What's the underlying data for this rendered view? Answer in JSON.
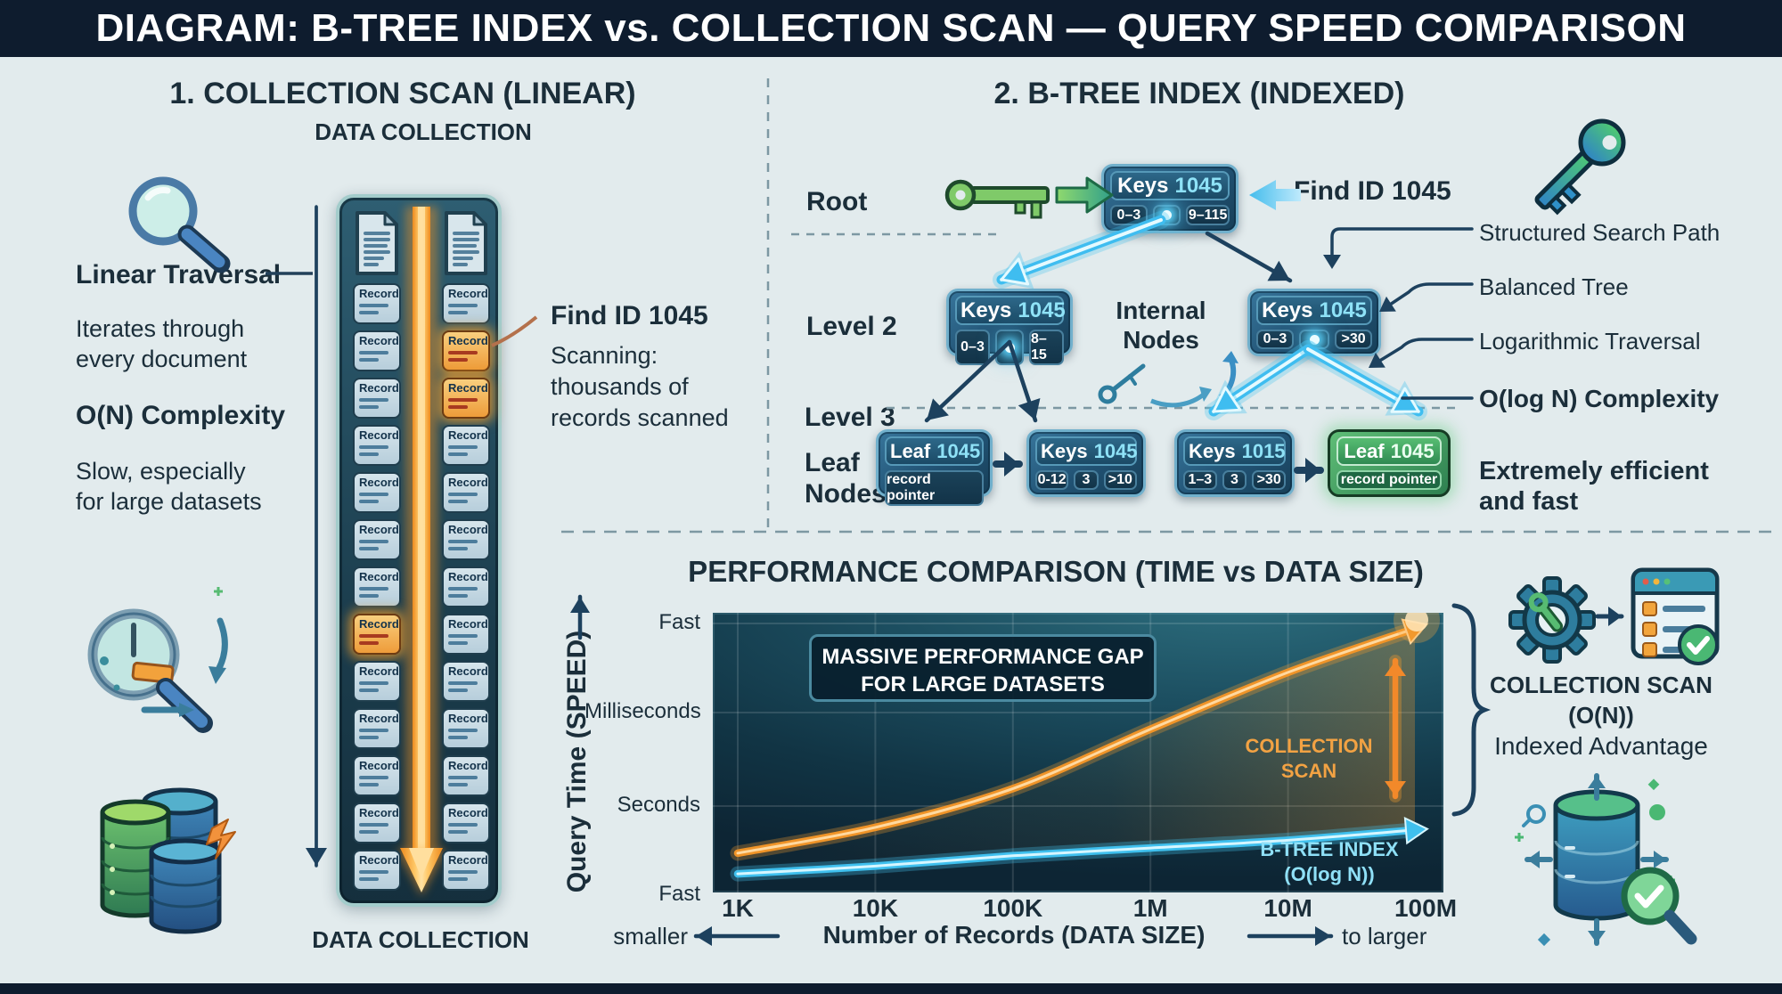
{
  "banner": {
    "title": "DIAGRAM: B-TREE INDEX vs. COLLECTION SCAN — QUERY SPEED COMPARISON"
  },
  "scan_section": {
    "heading": "1. COLLECTION SCAN (LINEAR)",
    "top_label": "DATA COLLECTION",
    "bottom_label": "DATA COLLECTION",
    "traversal_title": "Linear Traversal",
    "point_iterates_1": "Iterates through",
    "point_iterates_2": "every document",
    "complexity": "O(N) Complexity",
    "point_slow_1": "Slow, especially",
    "point_slow_2": "for large datasets",
    "callout": {
      "title": "Find ID 1045",
      "line1": "Scanning:",
      "line2": "thousands of",
      "line3": "records scanned"
    },
    "collection": {
      "record_label": "Record",
      "rows_per_column": 13,
      "columns": 2,
      "highlighted_left_rows": [
        7
      ],
      "highlighted_right_rows": [
        1,
        2
      ]
    }
  },
  "btree_section": {
    "heading": "2. B-TREE INDEX (INDEXED)",
    "root_label": "Root",
    "level2_label": "Level 2",
    "level3_label": "Level 3",
    "leaf_label_line1": "Leaf",
    "leaf_label_line2": "Nodes",
    "find_label": "Find ID 1045",
    "internal_label_1": "Internal",
    "internal_label_2": "Nodes",
    "nodes": {
      "root": {
        "name": "Keys",
        "id": "1045",
        "cells": [
          "0–3",
          "9–115"
        ]
      },
      "level2_left": {
        "name": "Keys",
        "id": "1045",
        "cells": [
          "0–3",
          "8–15"
        ]
      },
      "level2_right": {
        "name": "Keys",
        "id": "1045",
        "cells": [
          "0–3",
          ">30"
        ]
      },
      "leaf_far_left": {
        "name": "Leaf",
        "id": "1045",
        "sub": "record pointer"
      },
      "leaf_mid_left": {
        "name": "Keys",
        "id": "1045",
        "cells": [
          "0-12",
          "3",
          ">10"
        ]
      },
      "leaf_mid_right": {
        "name": "Keys",
        "id": "1015",
        "cells": [
          "1–3",
          "3",
          ">30"
        ]
      },
      "leaf_far_right": {
        "name": "Leaf",
        "id": "1045",
        "sub": "record pointer"
      }
    },
    "callouts": {
      "c1": "Structured Search Path",
      "c2": "Balanced Tree",
      "c3": "Logarithmic Traversal",
      "c4": "O(log N) Complexity",
      "c5a": "Extremely efficient",
      "c5b": "and fast"
    }
  },
  "chart_data": {
    "type": "line",
    "title": "PERFORMANCE COMPARISON (TIME vs DATA SIZE)",
    "ylabel": "Query Time (SPEED)",
    "xlabel": "Number of Records (DATA SIZE)",
    "x_hint_left": "smaller",
    "x_hint_right": "to larger",
    "x_ticks": [
      "1K",
      "10K",
      "100K",
      "1M",
      "10M",
      "100M"
    ],
    "y_ticks_top_to_bottom": [
      "Fast",
      "Milliseconds",
      "Seconds",
      "Fast"
    ],
    "grid": true,
    "annotation": {
      "line1": "MASSIVE PERFORMANCE GAP",
      "line2": "FOR LARGE DATASETS"
    },
    "series": [
      {
        "name": "COLLECTION SCAN",
        "label_line1": "COLLECTION",
        "label_line2": "SCAN",
        "color": "#f29a2e",
        "complexity": "O(N)",
        "x": [
          "1K",
          "10K",
          "100K",
          "1M",
          "10M",
          "100M"
        ],
        "y_norm": [
          0.09,
          0.19,
          0.34,
          0.57,
          0.79,
          0.96
        ]
      },
      {
        "name": "B-TREE INDEX",
        "label_line1": "B-TREE INDEX",
        "label_line2": "(O(log N))",
        "color": "#4ac9f2",
        "complexity": "O(log N)",
        "x": [
          "1K",
          "10K",
          "100K",
          "1M",
          "10M",
          "100M"
        ],
        "y_norm": [
          0.01,
          0.04,
          0.08,
          0.11,
          0.14,
          0.18
        ]
      }
    ]
  },
  "chart_aside": {
    "scan_label_1": "COLLECTION SCAN",
    "scan_label_2": "(O(N))",
    "advantage_label": "Indexed Advantage"
  },
  "icons": {
    "left_top": "magnifier-icon",
    "left_middle": "magnifier-clock-icon",
    "left_bottom": "database-stack-icon",
    "root_pointer": "key-icon",
    "btree_badge": "key-icon-large",
    "internal_doodle": "key-arrow-doodle-icon",
    "aside_top_left": "gear-wrench-icon",
    "aside_top_right": "indexed-list-check-icon",
    "aside_bottom": "database-search-check-icon"
  },
  "colors": {
    "banner_bg": "#0e1c2e",
    "background": "#e2ebed",
    "orange": "#f29a2e",
    "cyan": "#4ac9f2",
    "navy": "#1d415e",
    "panel_teal": "#1b3d4d"
  }
}
